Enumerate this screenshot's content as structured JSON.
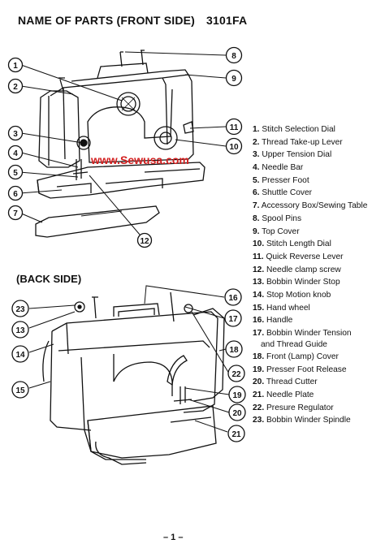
{
  "title": {
    "heading": "NAME OF PARTS (FRONT SIDE)",
    "model": "3101FA"
  },
  "back_heading": "(BACK SIDE)",
  "watermark": "www.Sewusa.com",
  "callouts_front": [
    "1",
    "2",
    "3",
    "4",
    "5",
    "6",
    "7",
    "12",
    "8",
    "9",
    "11",
    "10"
  ],
  "callouts_back": [
    "23",
    "13",
    "14",
    "15",
    "16",
    "17",
    "18",
    "22",
    "19",
    "20",
    "21"
  ],
  "parts": [
    {
      "num": "1.",
      "name": "Stitch Selection Dial"
    },
    {
      "num": "2.",
      "name": "Thread Take-up Lever"
    },
    {
      "num": "3.",
      "name": "Upper Tension Dial"
    },
    {
      "num": "4.",
      "name": "Needle Bar"
    },
    {
      "num": "5.",
      "name": "Presser Foot"
    },
    {
      "num": "6.",
      "name": "Shuttle Cover"
    },
    {
      "num": "7.",
      "name": "Accessory Box/Sewing Table"
    },
    {
      "num": "8.",
      "name": "Spool Pins"
    },
    {
      "num": "9.",
      "name": "Top Cover"
    },
    {
      "num": "10.",
      "name": "Stitch Length Dial"
    },
    {
      "num": "11.",
      "name": "Quick Reverse Lever"
    },
    {
      "num": "12.",
      "name": "Needle clamp screw"
    },
    {
      "num": "13.",
      "name": "Bobbin Winder Stop"
    },
    {
      "num": "14.",
      "name": "Stop Motion knob"
    },
    {
      "num": "15.",
      "name": "Hand wheel"
    },
    {
      "num": "16.",
      "name": "Handle"
    },
    {
      "num": "17.",
      "name": "Bobbin Winder Tension",
      "name2": "and Thread Guide"
    },
    {
      "num": "18.",
      "name": "Front (Lamp) Cover"
    },
    {
      "num": "19.",
      "name": "Presser Foot Release"
    },
    {
      "num": "20.",
      "name": "Thread Cutter"
    },
    {
      "num": "21.",
      "name": "Needle Plate"
    },
    {
      "num": "22.",
      "name": "Presure Regulator"
    },
    {
      "num": "23.",
      "name": "Bobbin Winder Spindle"
    }
  ],
  "page_number": "– 1 –"
}
